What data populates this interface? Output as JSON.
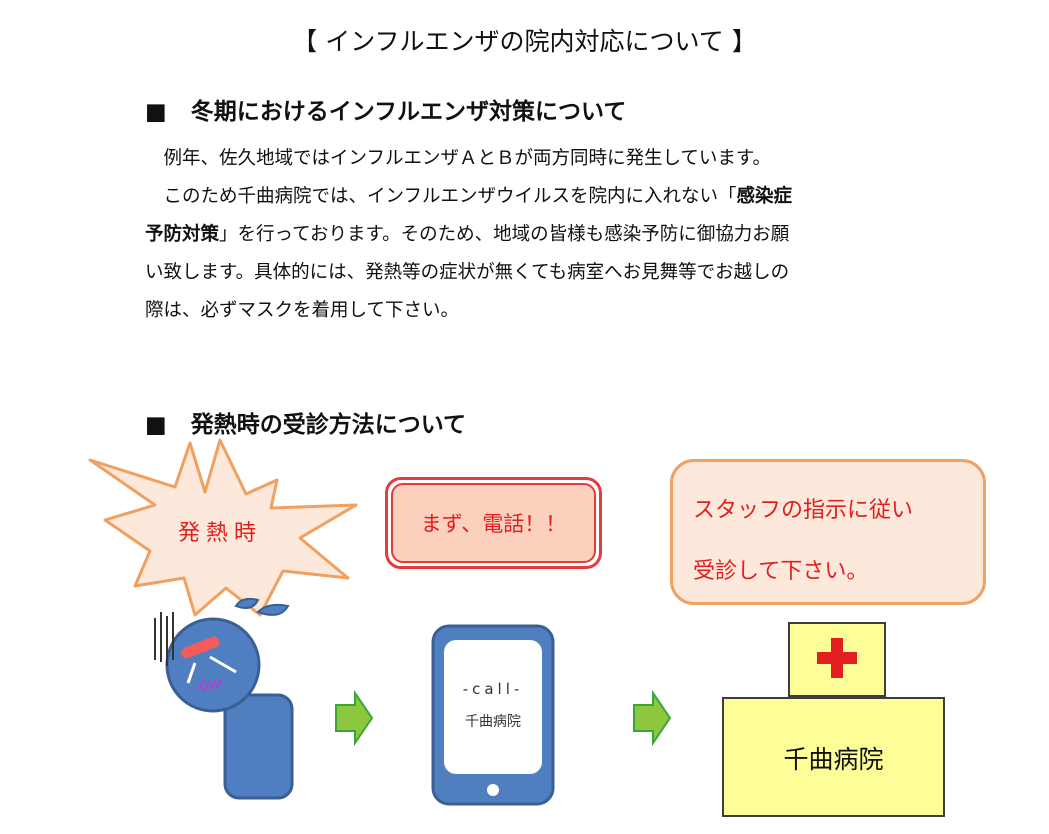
{
  "title": "【 インフルエンザの院内対応について 】",
  "section1": {
    "bullet": "■",
    "heading": "冬期におけるインフルエンザ対策について",
    "line1": "　例年、佐久地域ではインフルエンザＡとＢが両方同時に発生しています。",
    "line2_pre": "　このため千曲病院では、インフルエンザウイルスを院内に入れない「",
    "line2_bold": "感染症",
    "line3_bold": "予防対策",
    "line3_post": "」を行っております。そのため、地域の皆様も感染予防に御協力お願",
    "line4": "い致します。具体的には、発熱等の症状が無くても病室へお見舞等でお越しの",
    "line5": "際は、必ずマスクを着用して下さい。"
  },
  "section2": {
    "bullet": "■",
    "heading": "発熱時の受診方法について"
  },
  "flow": {
    "burst_label": "発熱時",
    "call_first": "まず、電話！！",
    "staff_line1": "スタッフの指示に従い",
    "staff_line2": "受診して下さい。",
    "phone_call": "-call-",
    "phone_hospital": "千曲病院",
    "hospital_name": "千曲病院"
  },
  "colors": {
    "red": "#e31e1e",
    "blue": "#4f7fc1",
    "green": "#8dc63f",
    "yellow": "#fefe98",
    "peach": "#fde9dc",
    "burst_orange": "#f0a060"
  },
  "icons": [
    "starburst-icon",
    "sick-person-icon",
    "sweat-drop-icon",
    "arrow-right-icon",
    "smartphone-icon",
    "red-cross-icon",
    "hospital-building-icon"
  ]
}
